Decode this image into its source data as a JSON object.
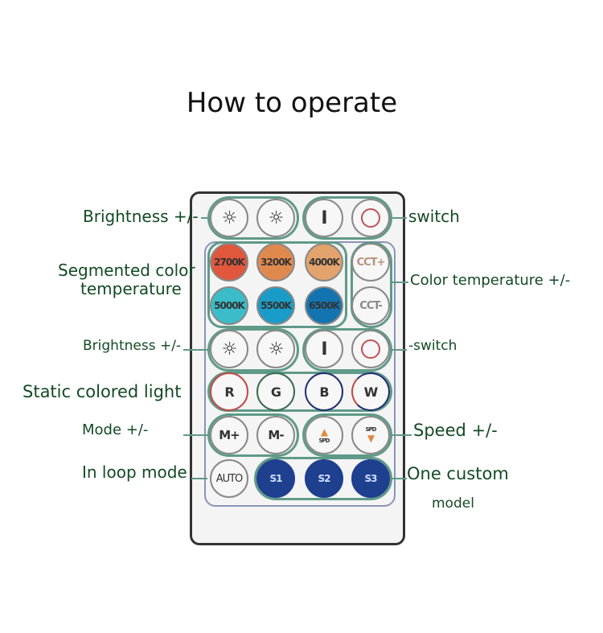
{
  "title": "How to operate",
  "labels": {
    "brightness1": "Brightness +/-",
    "switch1": "switch",
    "segmented1": "Segmented color",
    "segmented2": "temperature",
    "cct": "Color temperature +/-",
    "brightness2": "Brightness +/-",
    "switch2": "-switch",
    "static": "Static colored light",
    "mode": "Mode +/-",
    "speed": "Speed +/-",
    "loop": "In loop mode",
    "custom1": "One custom",
    "custom2": "model"
  },
  "buttons": {
    "on": "I",
    "k2700": "2700K",
    "k3200": "3200K",
    "k4000": "4000K",
    "k5000": "5000K",
    "k5500": "5500K",
    "k6500": "6500K",
    "cct_plus": "CCT+",
    "cct_minus": "CCT-",
    "r": "R",
    "g": "G",
    "b": "B",
    "w": "W",
    "m_plus": "M+",
    "m_minus": "M-",
    "spd": "SPD",
    "auto": "AUTO",
    "s1": "S1",
    "s2": "S2",
    "s3": "S3"
  },
  "colors": {
    "label": "#134a24",
    "outline": "#5f9a88",
    "s_button": "#1f3f8f"
  }
}
